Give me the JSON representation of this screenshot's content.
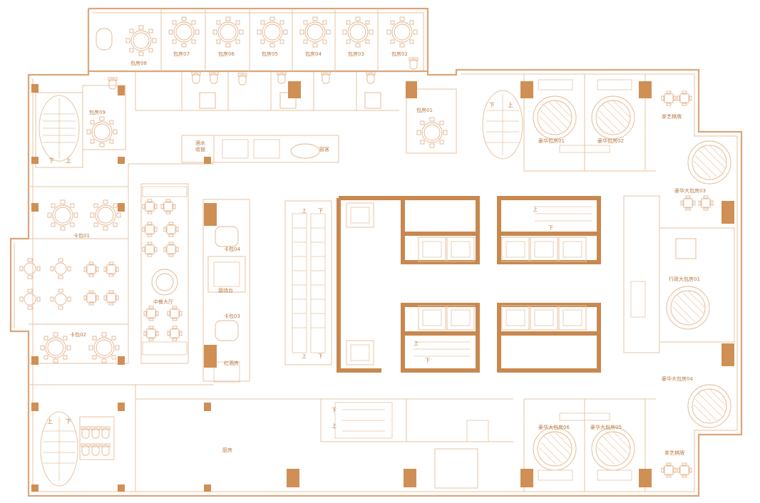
{
  "labels": {
    "r08": "包房08",
    "r07": "包房07",
    "r06": "包房06",
    "r05": "包房05",
    "r04": "包房04",
    "r03": "包房03",
    "r02": "包房02",
    "r09": "包房09",
    "r01": "包房01",
    "lux01": "豪华包房01",
    "lux02": "豪华包房02",
    "tea1": "茶艺棋牌",
    "luxbig03": "豪华大包房03",
    "exec01": "行政大包房01",
    "luxbig04": "豪华大包房04",
    "lux06": "豪华大包房06",
    "lux05": "豪华大包房05",
    "tea2": "茶艺棋牌",
    "kb01": "卡包01",
    "kb02": "卡包02",
    "kb04": "卡包04",
    "kb03": "卡包03",
    "hall": "中餐大厅",
    "reception": "接待台",
    "wine": "红酒房",
    "bar": "酒水\n收银",
    "lounge": "容客",
    "kitchen": "厨房",
    "up": "上",
    "down": "下"
  },
  "colors": {
    "wall": "#dba57a",
    "core": "#c8884f",
    "column": "#cf8f55",
    "label": "#b8783f"
  }
}
